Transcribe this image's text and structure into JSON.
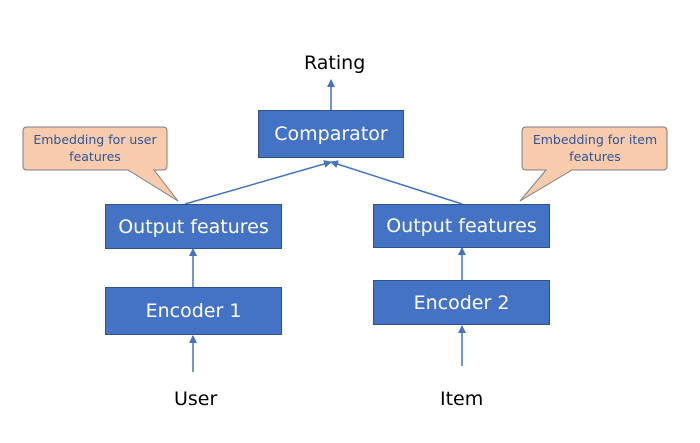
{
  "nodes": {
    "comparator": "Comparator",
    "output_left": "Output features",
    "output_right": "Output features",
    "encoder1": "Encoder 1",
    "encoder2": "Encoder 2"
  },
  "labels": {
    "rating": "Rating",
    "user": "User",
    "item": "Item"
  },
  "callouts": {
    "user_features": "Embedding for user features",
    "item_features": "Embedding for item features"
  },
  "colors": {
    "box_fill": "#4472c4",
    "box_border": "#2f528f",
    "arrow": "#4472c4",
    "callout_fill": "#f8cbad",
    "callout_border": "#7f7f7f",
    "callout_text": "#2f5597"
  }
}
